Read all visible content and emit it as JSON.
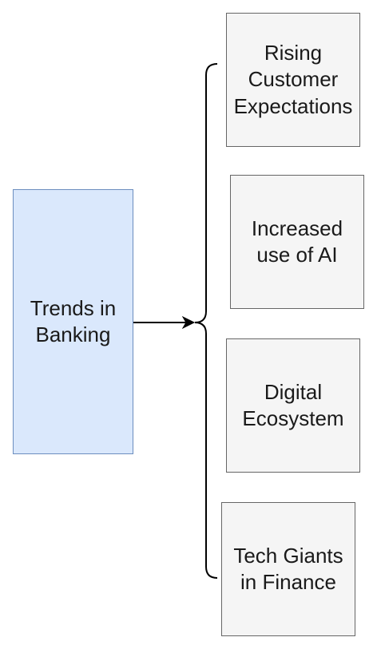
{
  "diagram": {
    "main_node": {
      "label": "Trends in\nBanking"
    },
    "trend_nodes": [
      {
        "label": "Rising\nCustomer\nExpectations"
      },
      {
        "label": "Increased\nuse of AI"
      },
      {
        "label": "Digital\nEcosystem"
      },
      {
        "label": "Tech Giants\nin Finance"
      }
    ],
    "colors": {
      "main_fill": "#dae8fc",
      "main_stroke": "#6c8ebf",
      "trend_fill": "#f5f5f5",
      "trend_stroke": "#666666",
      "connector": "#000000"
    }
  }
}
